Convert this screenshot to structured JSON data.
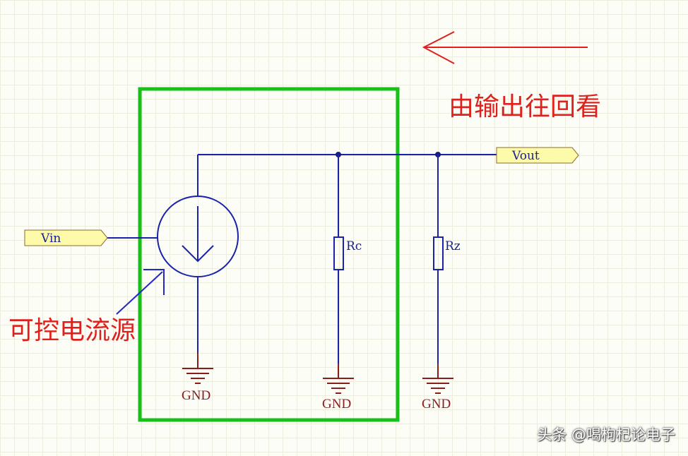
{
  "annotations": {
    "direction_note": "由输出往回看",
    "source_note": "可控电流源"
  },
  "ports": {
    "input": "Vin",
    "output": "Vout"
  },
  "components": {
    "rc_label": "Rc",
    "rz_label": "Rz",
    "ground_label": "GND"
  },
  "watermark": "头条 @喝枸杞论电子",
  "colors": {
    "wire": "#1a22a8",
    "ground": "#8b1c1c",
    "highlight_box": "#19c019",
    "annotation": "#e0201c",
    "port_fill": "#fdfbaa"
  }
}
